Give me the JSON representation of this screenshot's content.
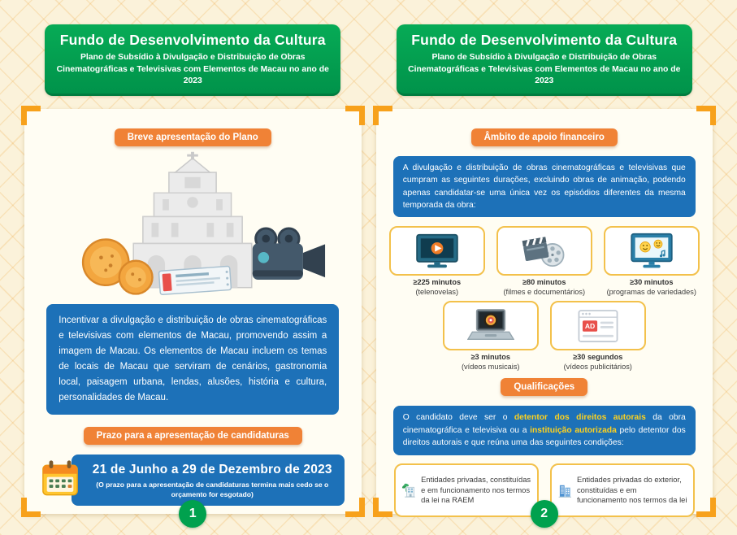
{
  "header": {
    "title": "Fundo de Desenvolvimento da Cultura",
    "subtitle": "Plano de Subsídio à Divulgação e Distribuição de Obras Cinematográficas e Televisivas com Elementos de Macau no ano de 2023"
  },
  "left": {
    "intro_badge": "Breve apresentação do Plano",
    "intro_text": "Incentivar a divulgação e distribuição de obras cinematográficas e televisivas com elementos de Macau, promovendo assim a imagem de Macau. Os elementos de Macau incluem os temas de locais de Macau que serviram de cenários, gastronomia local, paisagem urbana, lendas, alusões, história e cultura, personalidades de Macau.",
    "deadline_badge": "Prazo para a apresentação de candidaturas",
    "deadline_date": "21 de Junho a 29 de Dezembro de 2023",
    "deadline_note": "(O prazo para a apresentação de candidaturas termina mais cedo se o orçamento for esgotado)",
    "page_number": "1"
  },
  "right": {
    "scope_badge": "Âmbito de apoio financeiro",
    "scope_text": "A divulgação e distribuição de obras cinematográficas e televisivas que cumpram as seguintes durações, excluindo obras de animação, podendo apenas candidatar-se uma única vez os episódios diferentes da mesma temporada da obra:",
    "durations": [
      {
        "value": "≥225 minutos",
        "label": "(telenovelas)"
      },
      {
        "value": "≥80 minutos",
        "label": "(filmes e documentários)"
      },
      {
        "value": "≥30 minutos",
        "label": "(programas de variedades)"
      },
      {
        "value": "≥3 minutos",
        "label": "(vídeos musicais)"
      },
      {
        "value": "≥30 segundos",
        "label": "(vídeos publicitários)",
        "icon_text": "AD"
      }
    ],
    "qual_badge": "Qualificações",
    "qual": {
      "p1": "O candidato deve ser o ",
      "h1": "detentor dos direitos autorais",
      "p2": " da obra cinematográfica e televisiva ou a ",
      "h2": "instituição autorizada",
      "p3": " pelo detentor dos direitos autorais e que reúna uma das seguintes condições:"
    },
    "conditions": [
      {
        "text": "Entidades privadas, constituídas e em funcionamento nos termos da lei na RAEM"
      },
      {
        "text": "Entidades privadas do exterior, constituídas e em funcionamento nos termos da lei"
      }
    ],
    "page_number": "2"
  },
  "colors": {
    "brand_green": "#00a14e",
    "accent_orange": "#f08236",
    "box_blue": "#1d71b8",
    "gold_border": "#f3c14b",
    "highlight_yellow": "#ffd21e",
    "background_cream": "#fbf2da"
  }
}
